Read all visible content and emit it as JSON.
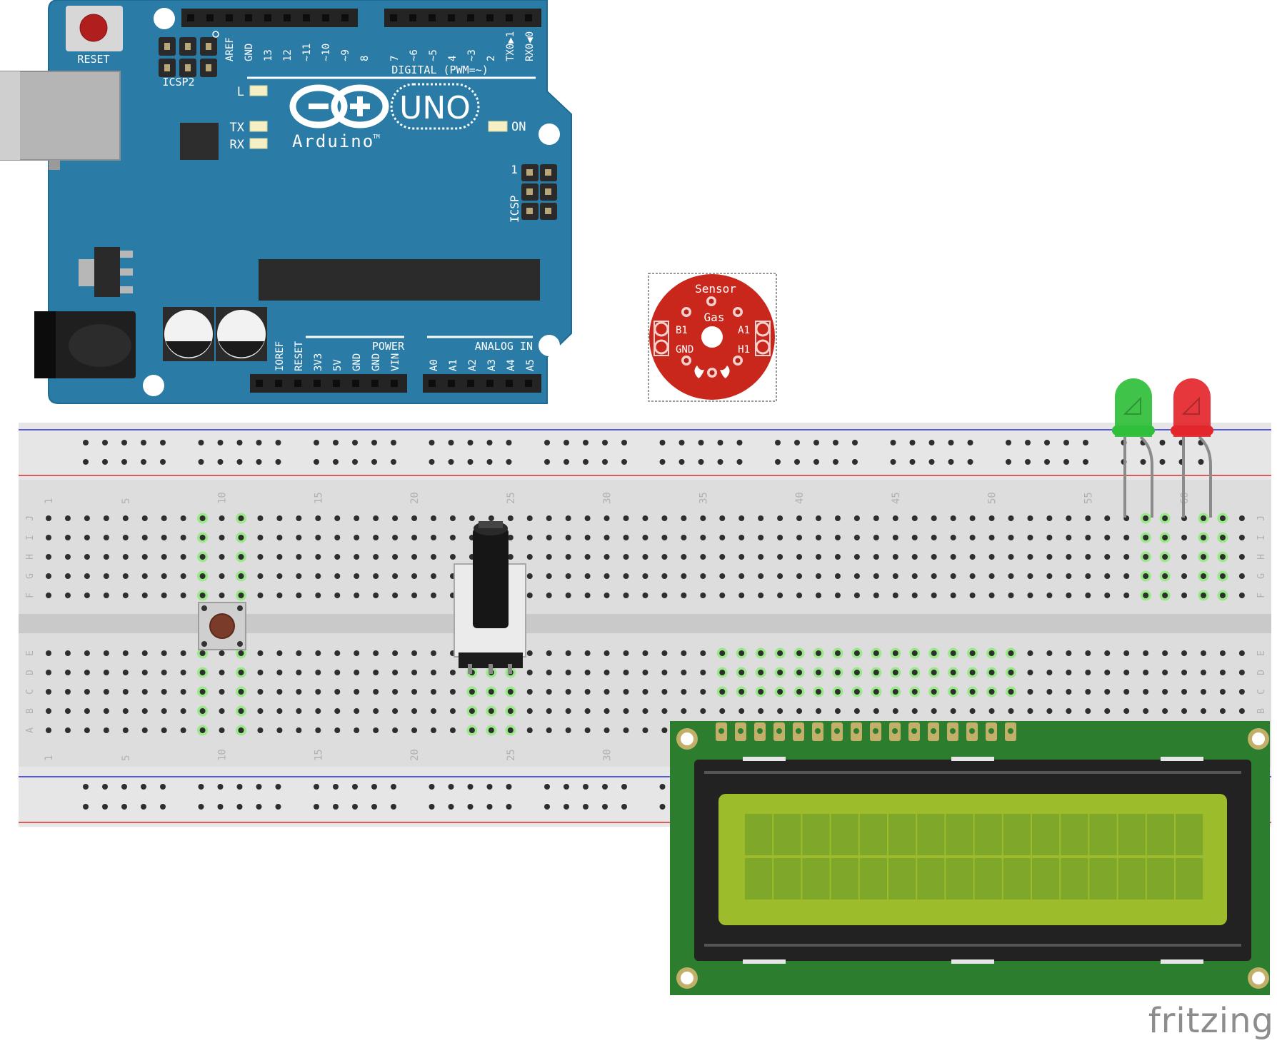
{
  "arduino": {
    "brand": "Arduino",
    "brand_tm": "TM",
    "model": "UNO",
    "reset_label": "RESET",
    "icsp2_label": "ICSP2",
    "icsp_label": "ICSP",
    "icsp_pin1": "1",
    "digital_label": "DIGITAL (PWM=~)",
    "power_label": "POWER",
    "analog_label": "ANALOG IN",
    "led_l": "L",
    "led_tx": "TX",
    "led_rx": "RX",
    "led_on": "ON",
    "digital_pins_a": [
      "AREF",
      "GND",
      "13",
      "12",
      "~11",
      "~10",
      "~9",
      "8"
    ],
    "digital_pins_b": [
      "7",
      "~6",
      "~5",
      "4",
      "~3",
      "2",
      "TX0▶1",
      "RX0◀0"
    ],
    "power_pins": [
      "IOREF",
      "RESET",
      "3V3",
      "5V",
      "GND",
      "GND",
      "VIN"
    ],
    "analog_pins": [
      "A0",
      "A1",
      "A2",
      "A3",
      "A4",
      "A5"
    ],
    "board_color": "#2a7ba6"
  },
  "gas_sensor": {
    "title": "Sensor",
    "subtitle": "Gas",
    "labels": [
      "B1",
      "GND",
      "A1",
      "H1"
    ],
    "color": "#c9271c"
  },
  "breadboard": {
    "column_numbers": [
      "1",
      "5",
      "10",
      "15",
      "20",
      "25",
      "30",
      "35",
      "40",
      "45",
      "50",
      "55",
      "60"
    ],
    "row_letters_top": [
      "J",
      "I",
      "H",
      "G",
      "F"
    ],
    "row_letters_bottom": [
      "E",
      "D",
      "C",
      "B",
      "A"
    ]
  },
  "leds": [
    {
      "name": "green-led",
      "color": "#2fbf3a"
    },
    {
      "name": "red-led",
      "color": "#e3262b"
    }
  ],
  "lcd": {
    "board_color": "#2c7d2e",
    "screen_color": "#9cbc2c",
    "columns": 16,
    "rows": 2,
    "pin_count": 16
  },
  "watermark": "fritzing"
}
